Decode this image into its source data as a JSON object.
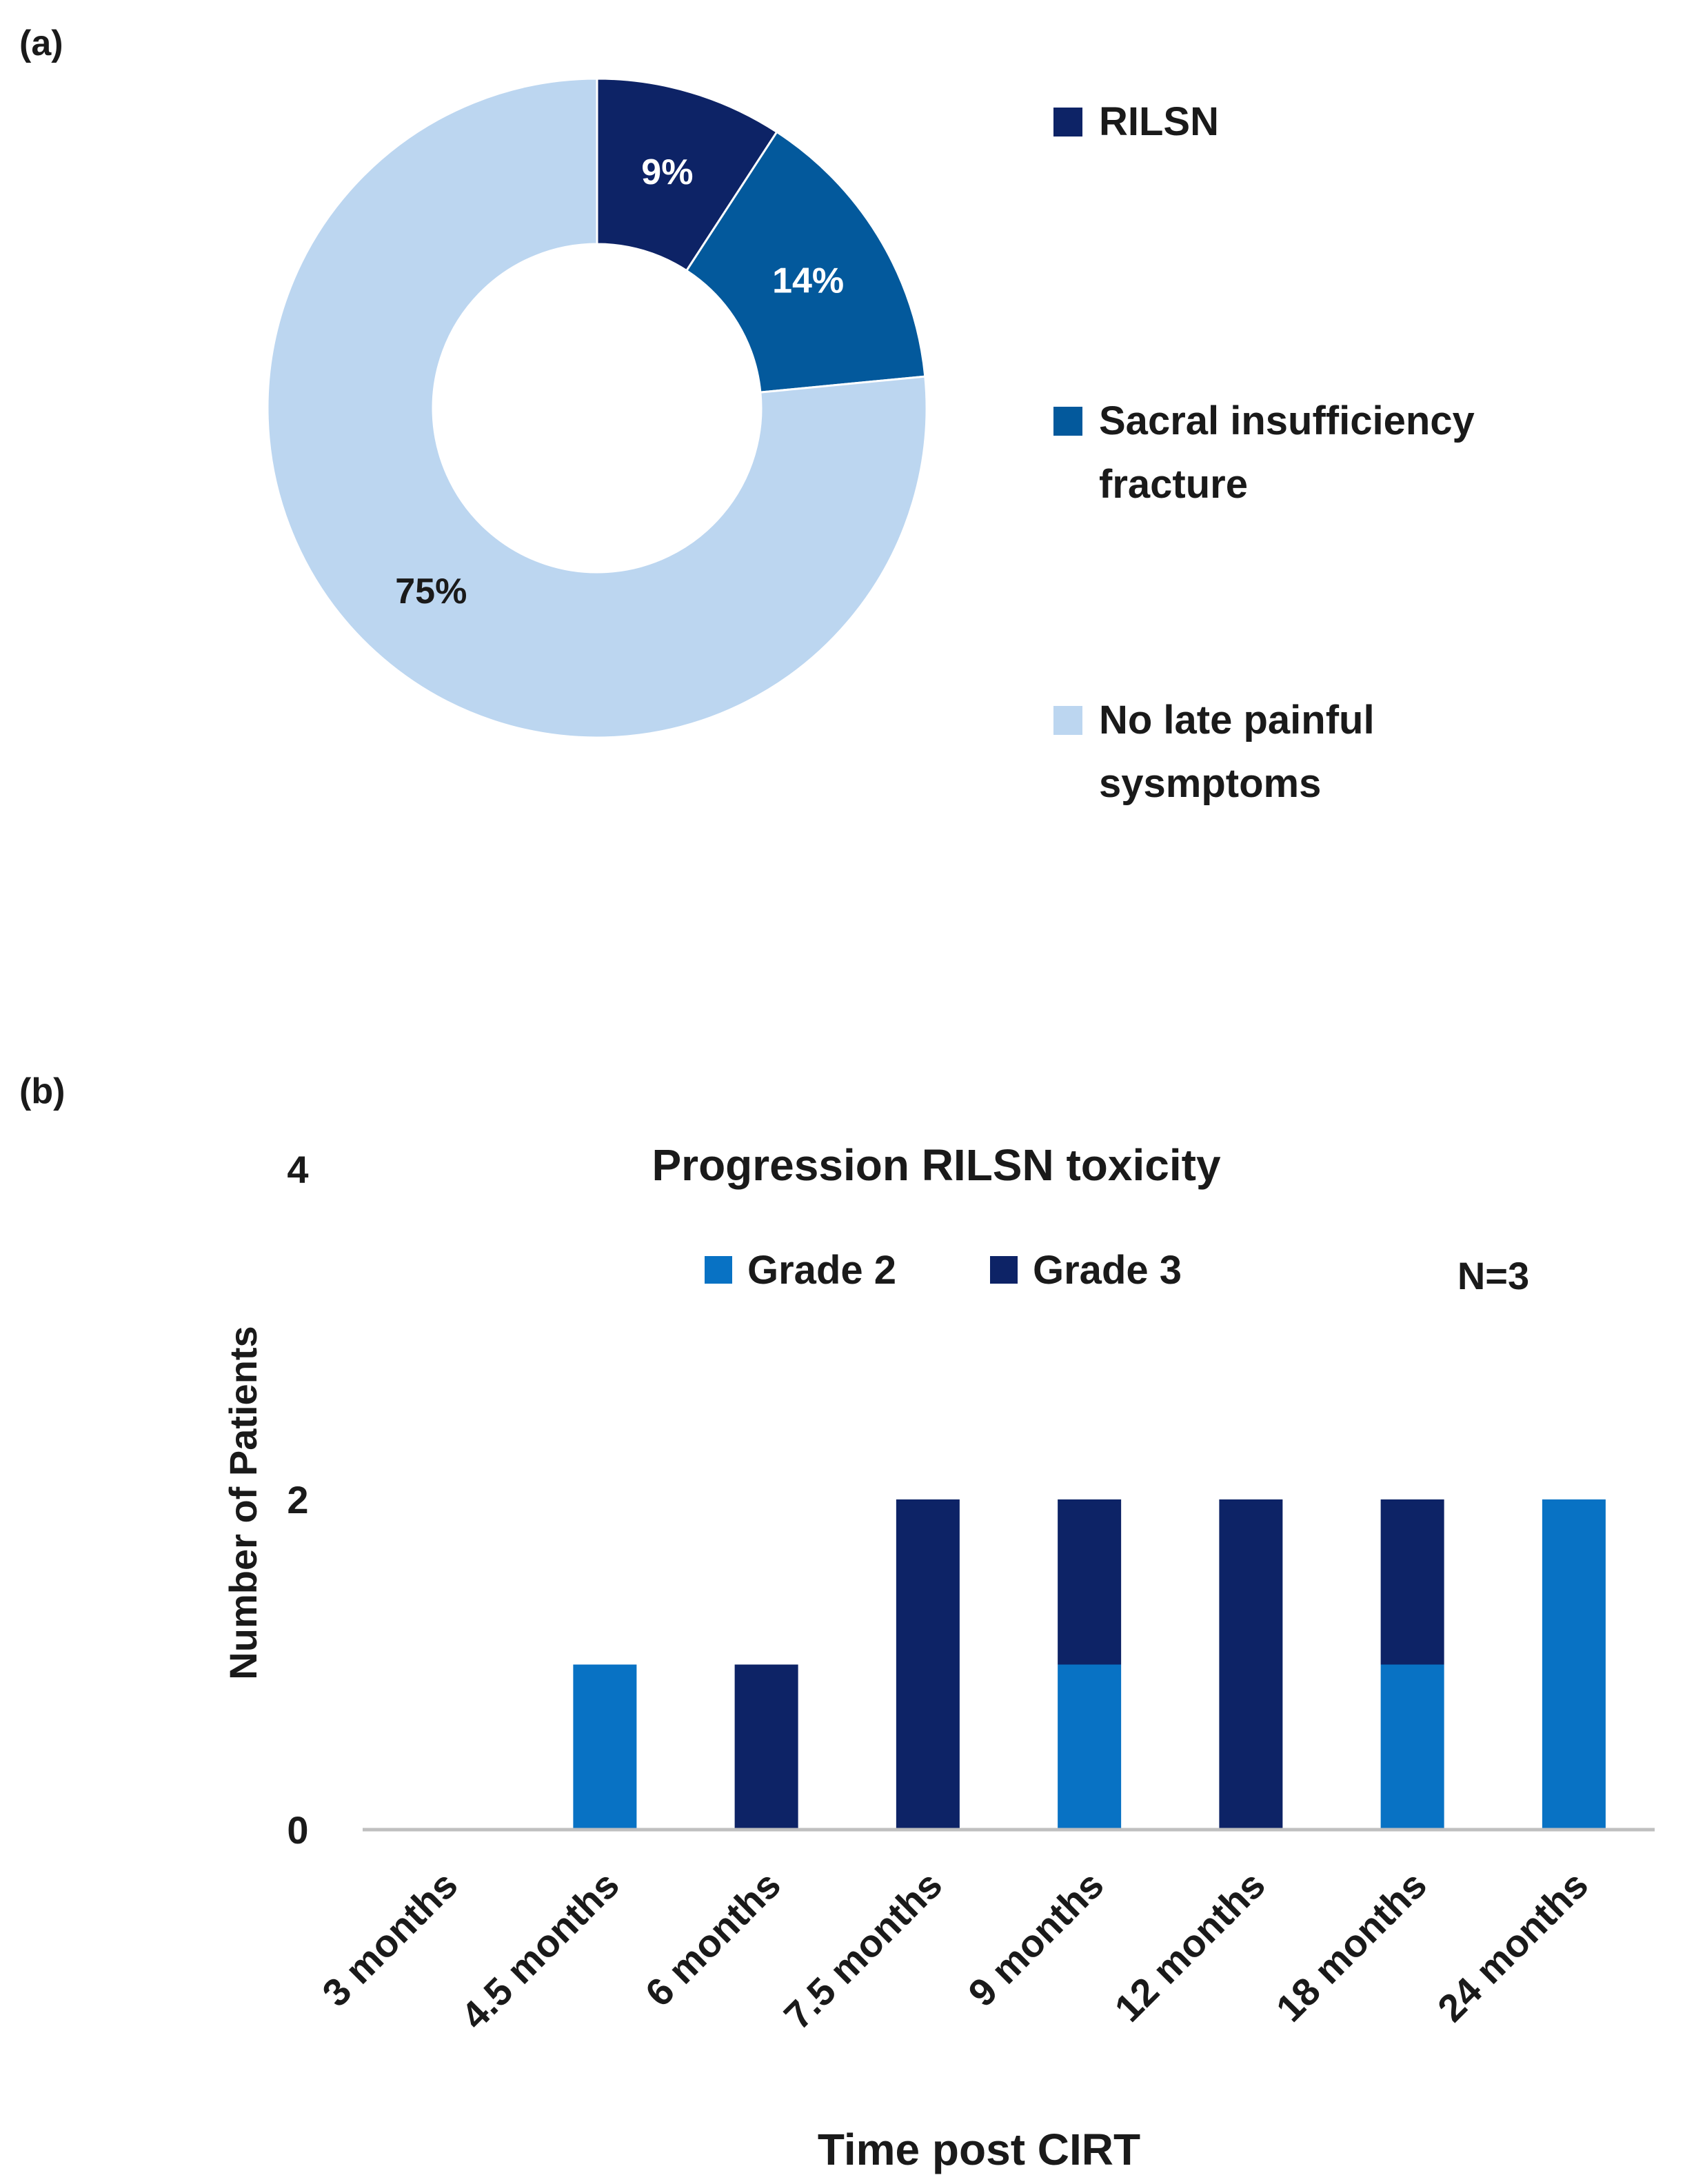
{
  "panel_a": {
    "label": "(a)",
    "legend": [
      {
        "label": "RILSN",
        "color": "#0d2366"
      },
      {
        "label": "Sacral insufficiency fracture",
        "color": "#03599c"
      },
      {
        "label": "No late painful sysmptoms",
        "color": "#bcd6f0"
      }
    ]
  },
  "panel_b": {
    "label": "(b)",
    "annotation": "N=3"
  },
  "colors": {
    "rilsn": "#0d2366",
    "sacral": "#03599c",
    "none": "#bcd6f0",
    "grade2": "#0872c4",
    "grade3": "#0d2366",
    "axis": "#bfbfbf",
    "text": "#1a1a1a",
    "slice_label_light": "#ffffff"
  },
  "chart_data": [
    {
      "type": "pie",
      "variant": "donut",
      "categories": [
        "RILSN",
        "Sacral insufficiency fracture",
        "No late painful sysmptoms"
      ],
      "values": [
        9,
        14,
        75
      ],
      "data_labels": [
        "9%",
        "14%",
        "75%"
      ],
      "legend_position": "right"
    },
    {
      "type": "bar",
      "stacked": true,
      "title": "Progression RILSN toxicity",
      "xlabel": "Time post CIRT",
      "ylabel": "Number of Patients",
      "categories": [
        "3 months",
        "4.5 months",
        "6 months",
        "7.5 months",
        "9 months",
        "12 months",
        "18 months",
        "24 months"
      ],
      "series": [
        {
          "name": "Grade 2",
          "values": [
            0,
            1,
            0,
            0,
            1,
            0,
            1,
            2
          ]
        },
        {
          "name": "Grade 3",
          "values": [
            0,
            0,
            1,
            2,
            1,
            2,
            1,
            0
          ]
        }
      ],
      "ylim": [
        0,
        4
      ],
      "yticks": [
        0,
        2,
        4
      ],
      "grid": false,
      "legend_position": "top"
    }
  ]
}
